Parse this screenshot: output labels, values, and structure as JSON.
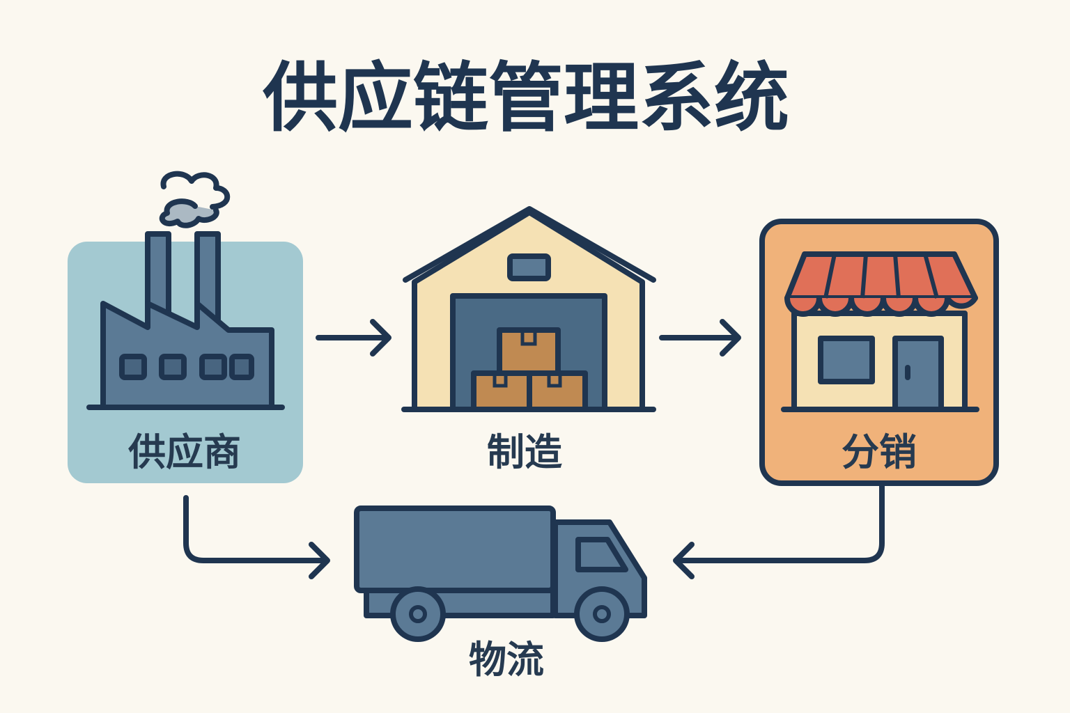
{
  "title": "供应链管理系统",
  "nodes": {
    "supplier": {
      "label": "供应商",
      "icon": "factory-icon"
    },
    "manufacturing": {
      "label": "制造",
      "icon": "warehouse-icon"
    },
    "distribution": {
      "label": "分销",
      "icon": "store-icon"
    },
    "logistics": {
      "label": "物流",
      "icon": "truck-icon"
    }
  },
  "colors": {
    "background": "#fbf8f0",
    "outline": "#1f3550",
    "supplier_box": "#a3c9d1",
    "distribution_box": "#f0b27a",
    "awning": "#e07058",
    "boxes": "#c08a52"
  }
}
